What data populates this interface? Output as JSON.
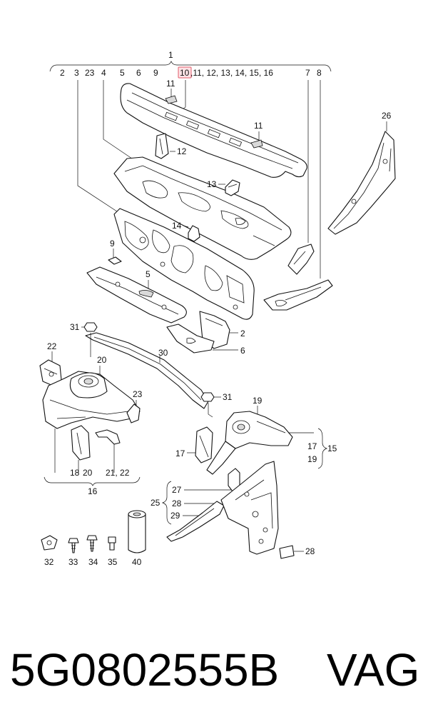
{
  "diagram": {
    "header_top": "1",
    "header_labels": [
      {
        "id": "h2",
        "text": "2"
      },
      {
        "id": "h3",
        "text": "3"
      },
      {
        "id": "h23",
        "text": "23"
      },
      {
        "id": "h4",
        "text": "4"
      },
      {
        "id": "h5",
        "text": "5"
      },
      {
        "id": "h6",
        "text": "6"
      },
      {
        "id": "h9",
        "text": "9"
      },
      {
        "id": "h10",
        "text": "10"
      },
      {
        "id": "hrest",
        "text": ",11, 12, 13, 14, 15, 16"
      },
      {
        "id": "h7",
        "text": "7"
      },
      {
        "id": "h8",
        "text": "8"
      }
    ],
    "highlighted_label": "10",
    "highlight_color": "#e25b6a",
    "callouts": [
      {
        "id": "c11a",
        "text": "11"
      },
      {
        "id": "c11b",
        "text": "11"
      },
      {
        "id": "c12",
        "text": "12"
      },
      {
        "id": "c13",
        "text": "13"
      },
      {
        "id": "c14",
        "text": "14"
      },
      {
        "id": "c9",
        "text": "9"
      },
      {
        "id": "c5",
        "text": "5"
      },
      {
        "id": "c26",
        "text": "26"
      },
      {
        "id": "c2",
        "text": "2"
      },
      {
        "id": "c6",
        "text": "6"
      },
      {
        "id": "c31a",
        "text": "31"
      },
      {
        "id": "c30",
        "text": "30"
      },
      {
        "id": "c22",
        "text": "22"
      },
      {
        "id": "c20",
        "text": "20"
      },
      {
        "id": "c23",
        "text": "23"
      },
      {
        "id": "c31b",
        "text": "31"
      },
      {
        "id": "c19a",
        "text": "19"
      },
      {
        "id": "c17",
        "text": "17"
      },
      {
        "id": "c17b",
        "text": "17"
      },
      {
        "id": "c19b",
        "text": "19"
      },
      {
        "id": "c15",
        "text": "15"
      },
      {
        "id": "c18",
        "text": "18"
      },
      {
        "id": "c20b",
        "text": "20"
      },
      {
        "id": "c2122",
        "text": "21, 22"
      },
      {
        "id": "c16",
        "text": "16"
      },
      {
        "id": "c25",
        "text": "25"
      },
      {
        "id": "c27",
        "text": "27"
      },
      {
        "id": "c28a",
        "text": "28"
      },
      {
        "id": "c29",
        "text": "29"
      },
      {
        "id": "c28b",
        "text": "28"
      },
      {
        "id": "c32",
        "text": "32"
      },
      {
        "id": "c33",
        "text": "33"
      },
      {
        "id": "c34",
        "text": "34"
      },
      {
        "id": "c35",
        "text": "35"
      },
      {
        "id": "c40",
        "text": "40"
      }
    ]
  },
  "caption": {
    "part_number": "5G0802555B",
    "brand": "VAG"
  }
}
